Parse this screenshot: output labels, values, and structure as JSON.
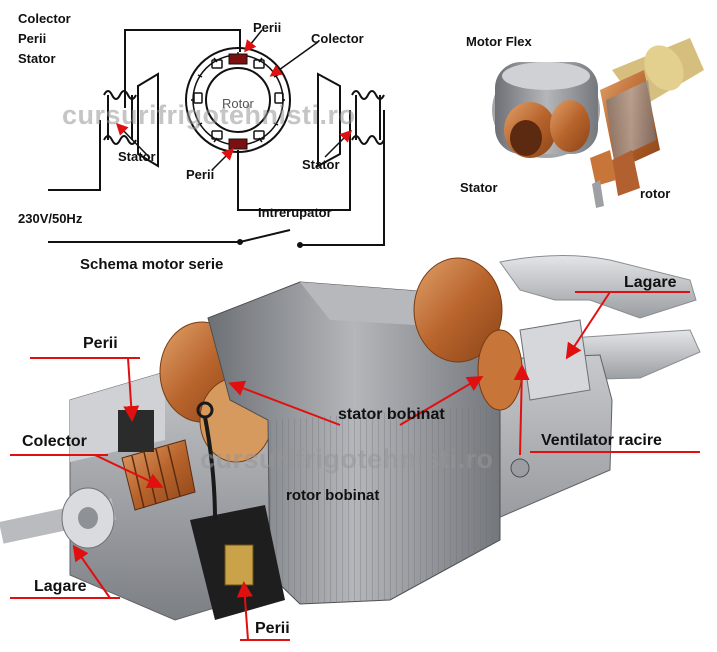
{
  "schematic": {
    "legend_lines": [
      "Colector",
      "Perii",
      "Stator"
    ],
    "labels": {
      "perii_top": "Perii",
      "colector": "Colector",
      "rotor": "Rotor",
      "stator_left": "Stator",
      "stator_right": "Stator",
      "perii_bottom": "Perii",
      "supply": "230V/50Hz",
      "switch": "Intrerupator"
    },
    "caption": "Schema motor serie"
  },
  "photo_top": {
    "title": "Motor Flex",
    "stator_label": "Stator",
    "rotor_label": "rotor"
  },
  "photo_main": {
    "labels": {
      "lagare_top": "Lagare",
      "perii_top": "Perii",
      "stator_bobinat": "stator bobinat",
      "colector": "Colector",
      "ventilator": "Ventilator racire",
      "rotor_bobinat": "rotor bobinat",
      "lagare_bottom": "Lagare",
      "perii_bottom": "Perii"
    }
  },
  "watermark": "cursurifrigotehnisti.ro",
  "colors": {
    "arrow": "#e01010",
    "copper": "#c8753a",
    "steel": "#8f9196"
  }
}
